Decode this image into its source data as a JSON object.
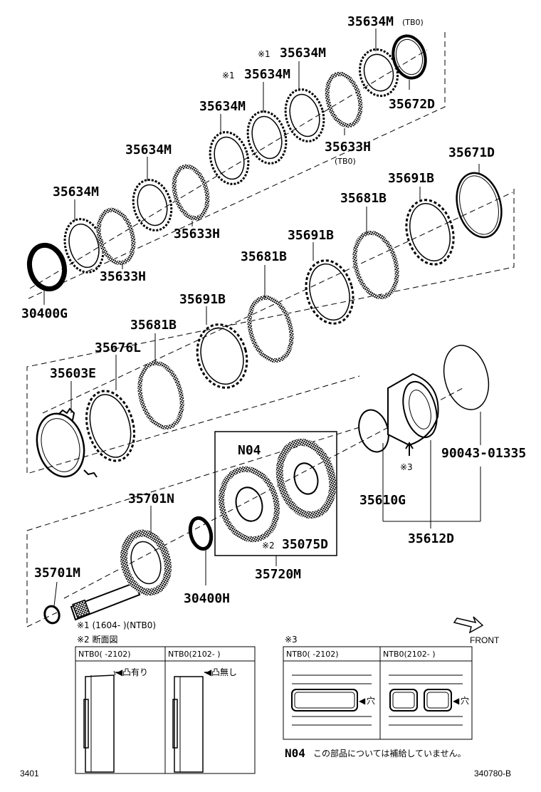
{
  "parts": {
    "p35634M_tb0": "35634M",
    "tb0_a": "(TB0)",
    "p35634M_n1a": "35634M",
    "p35634M_n1b": "35634M",
    "mark1a": "※1",
    "mark1b": "※1",
    "p35672D": "35672D",
    "p35634M_3": "35634M",
    "p35633H_tb0": "35633H",
    "tb0_b": "(TB0)",
    "p35634M_4": "35634M",
    "p35634M_5": "35634M",
    "p35633H_a": "35633H",
    "p35633H_b": "35633H",
    "p30400G": "30400G",
    "p35671D": "35671D",
    "p35691B_a": "35691B",
    "p35681B_a": "35681B",
    "p35691B_b": "35691B",
    "p35681B_b": "35681B",
    "p35691B_c": "35691B",
    "p35681B_c": "35681B",
    "p35676L": "35676L",
    "p35603E": "35603E",
    "pN04": "N04",
    "p90043": "90043-01335",
    "mark3": "※3",
    "p35610G": "35610G",
    "p35612D": "35612D",
    "p35701N": "35701N",
    "mark2": "※2",
    "p35075D": "35075D",
    "p35720M": "35720M",
    "p30400H": "30400H",
    "p35701M": "35701M"
  },
  "notes": {
    "n1": "※1 (1604-    )(NTB0)",
    "n2": "※2 断面図",
    "n3": "※3",
    "front": "FRONT"
  },
  "table2": {
    "col1": "NTB0(    -2102)",
    "col2": "NTB0(2102-     )",
    "label1": "凸有り",
    "label2": "凸無し"
  },
  "table3": {
    "col1": "NTB0(    -2102)",
    "col2": "NTB0(2102-     )",
    "label1": "穴",
    "label2": "穴"
  },
  "footnote": {
    "code": "N04",
    "text": "この部品については補給していません。"
  },
  "footer": {
    "left": "3401",
    "right": "340780-B"
  }
}
